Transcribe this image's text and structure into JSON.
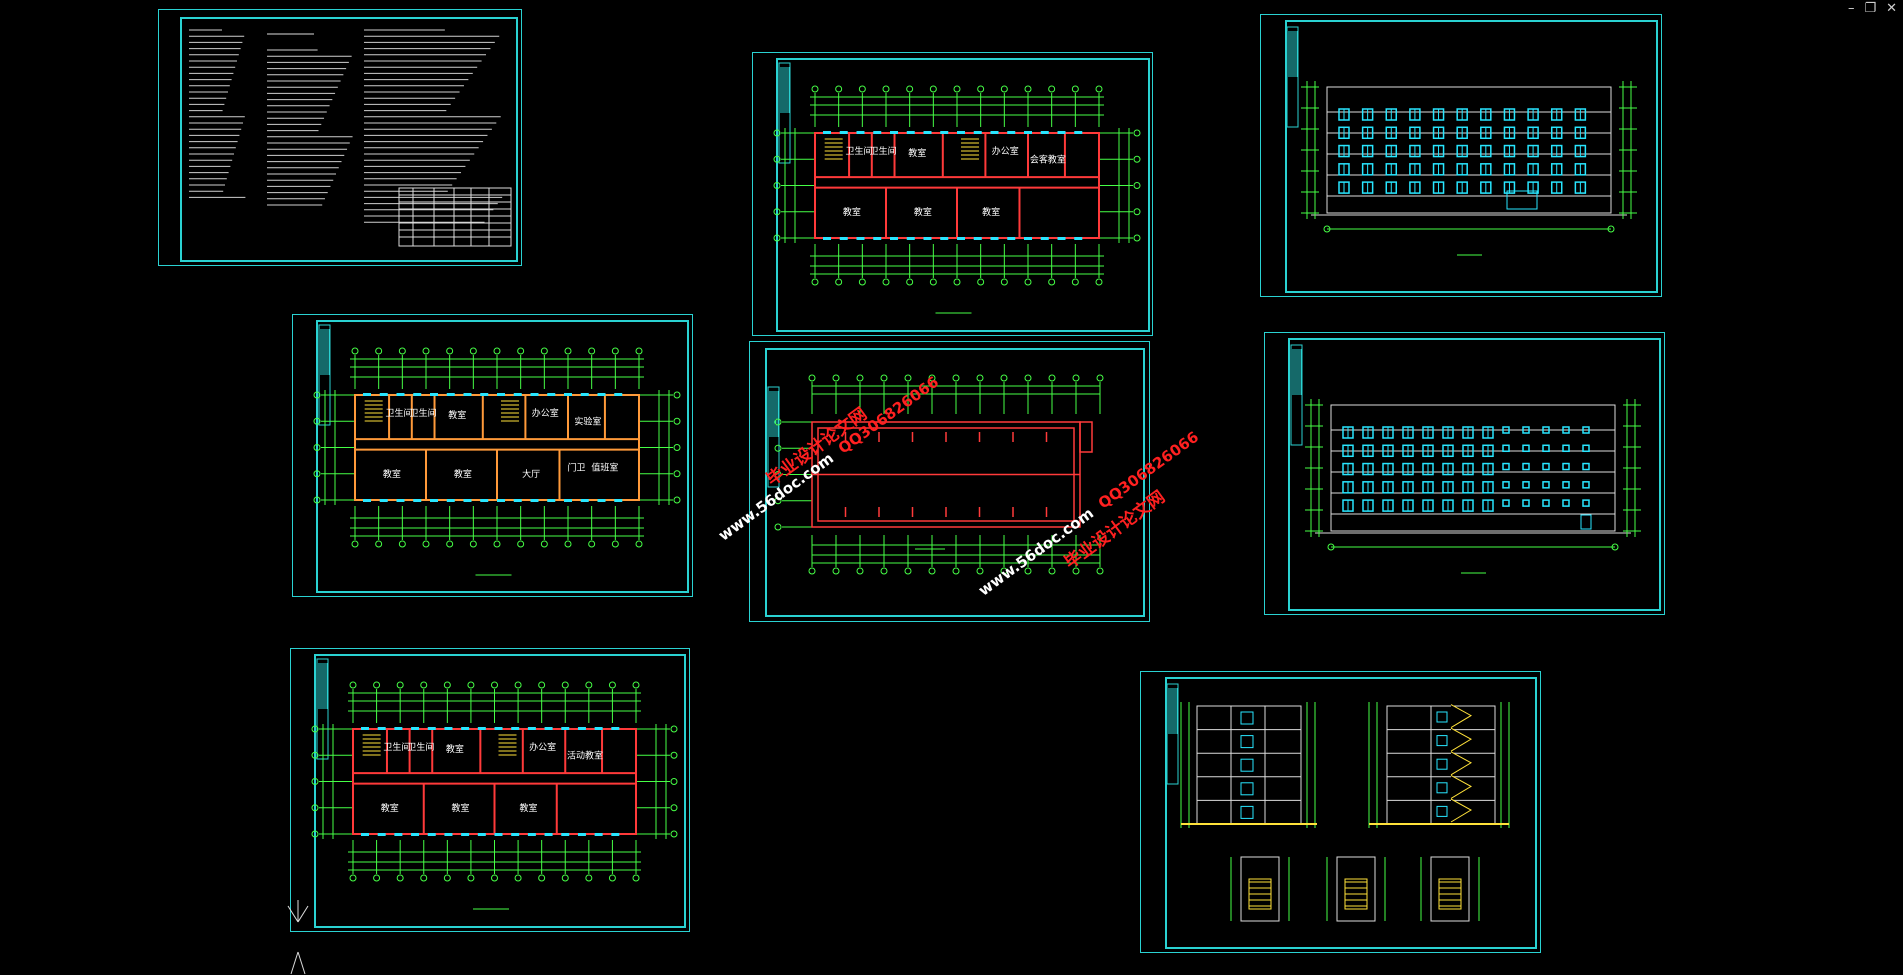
{
  "window": {
    "controls": [
      "–",
      "❐",
      "✕"
    ]
  },
  "watermarks": [
    {
      "url": "www.56doc.com",
      "qq": "QQ306826066",
      "brand": "毕业设计论文网"
    },
    {
      "url": "www.56doc.com",
      "qq": "QQ306826066",
      "brand": "毕业设计论文网"
    }
  ],
  "plan1_rooms": [
    "卫生间",
    "卫生间",
    "教室",
    "办公室",
    "会客教室",
    "教室",
    "教室",
    "教室"
  ],
  "plan2_rooms": [
    "卫生间",
    "卫生间",
    "教室",
    "办公室",
    "实验室",
    "教室",
    "教室",
    "大厅",
    "门卫",
    "值班室"
  ],
  "plan3_rooms": [
    "卫生间",
    "卫生间",
    "教室",
    "办公室",
    "活动教室",
    "教室",
    "教室",
    "教室"
  ]
}
